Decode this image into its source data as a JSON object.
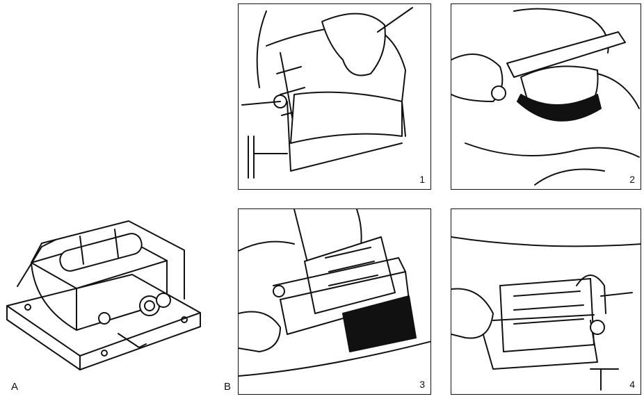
{
  "figure": {
    "part_a_label": "A",
    "part_b_label": "B",
    "panels": [
      {
        "number": "1"
      },
      {
        "number": "2"
      },
      {
        "number": "3"
      },
      {
        "number": "4"
      }
    ]
  },
  "illustration_icons": [
    "dermatome-device-icon",
    "hand-drawing-icon",
    "skin-graft-icon"
  ],
  "colors": {
    "ink": "#111111",
    "paper": "#ffffff"
  }
}
